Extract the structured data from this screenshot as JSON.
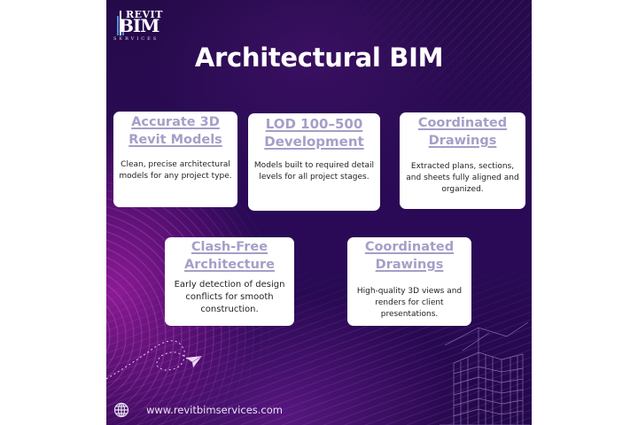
{
  "brand": {
    "logo_top": "REVIT",
    "logo_main": "BIM",
    "logo_sub": "SERVICES"
  },
  "page": {
    "title": "Architectural BIM"
  },
  "cards": [
    {
      "title_line1": "Accurate 3D",
      "title_line2": "Revit Models",
      "description": "Clean, precise architectural models for any project type."
    },
    {
      "title_line1": "LOD 100–500",
      "title_line2": "Development",
      "description": "Models built to required detail levels for all project stages."
    },
    {
      "title_line1": "Coordinated",
      "title_line2": "Drawings",
      "description": "Extracted plans, sections, and sheets fully aligned and organized."
    },
    {
      "title_line1": "Clash-Free",
      "title_line2": "Architecture",
      "description": "Early detection of design conflicts for smooth construction."
    },
    {
      "title_line1": "Coordinated",
      "title_line2": "Drawings",
      "description": "High-quality 3D views and renders for client presentations."
    }
  ],
  "footer": {
    "icon": "globe-icon",
    "website": "www.revitbimservices.com"
  },
  "colors": {
    "background": "#2a0a56",
    "card_title": "#a49fc8",
    "card_bg": "#ffffff",
    "accent_pink": "#dc28c8"
  }
}
